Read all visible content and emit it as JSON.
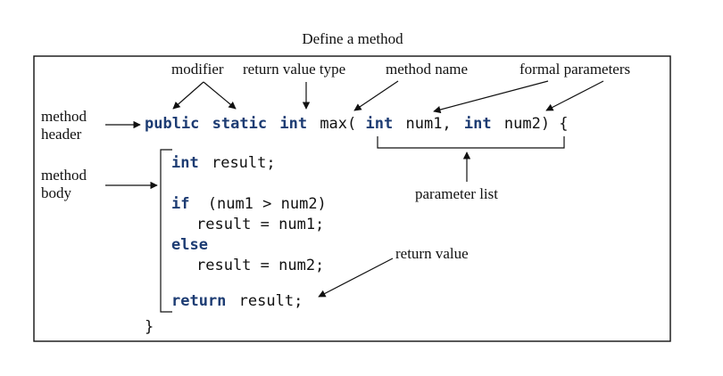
{
  "title": "Define a method",
  "labels": {
    "modifier": "modifier",
    "return_type": "return value type",
    "method_name": "method name",
    "formal_params": "formal parameters",
    "method_header_1": "method",
    "method_header_2": "header",
    "method_body_1": "method",
    "method_body_2": "body",
    "parameter_list": "parameter list",
    "return_value": "return value"
  },
  "code": {
    "header_public": "public",
    "header_static": "static",
    "header_int": "int",
    "header_max": "max(",
    "header_int2": "int",
    "header_num1": "num1,",
    "header_int3": "int",
    "header_num2": "num2) {",
    "line_result_type": "int",
    "line_result_rest": "result;",
    "line_if_kw": "if",
    "line_if_rest": "(num1 > num2)",
    "line_assign1": "result = num1;",
    "line_else": "else",
    "line_assign2": "result = num2;",
    "line_return_kw": "return",
    "line_return_rest": "result;",
    "close_brace": "}"
  },
  "colors": {
    "keyword": "#1d3c73",
    "text": "#111111"
  }
}
